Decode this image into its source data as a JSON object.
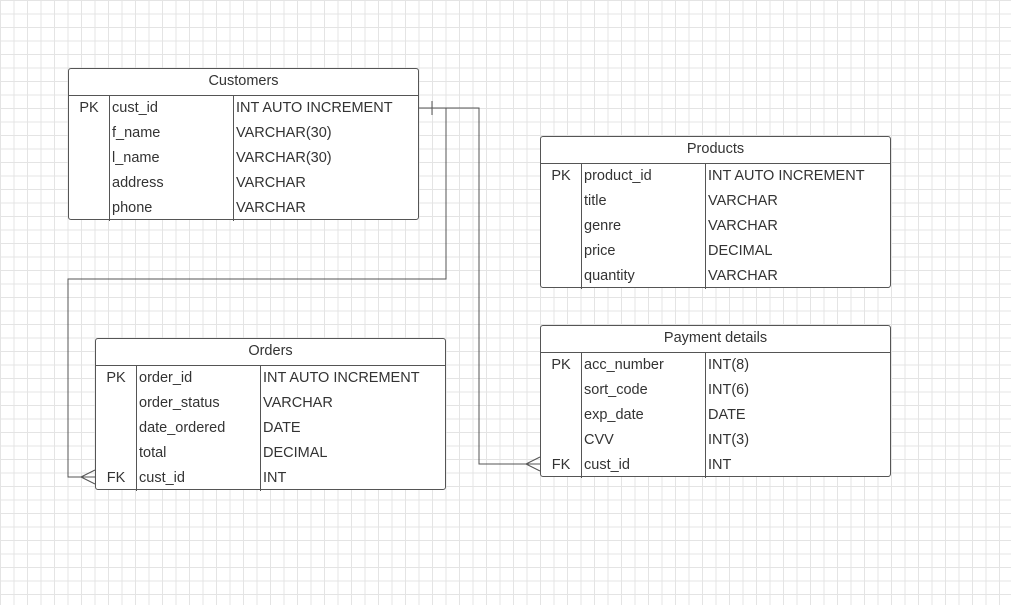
{
  "tables": {
    "customers": {
      "title": "Customers",
      "rows": [
        {
          "key": "PK",
          "name": "cust_id",
          "type": "INT AUTO INCREMENT"
        },
        {
          "key": "",
          "name": "f_name",
          "type": "VARCHAR(30)"
        },
        {
          "key": "",
          "name": "l_name",
          "type": "VARCHAR(30)"
        },
        {
          "key": "",
          "name": "address",
          "type": "VARCHAR"
        },
        {
          "key": "",
          "name": "phone",
          "type": "VARCHAR"
        }
      ]
    },
    "products": {
      "title": "Products",
      "rows": [
        {
          "key": "PK",
          "name": "product_id",
          "type": "INT AUTO INCREMENT"
        },
        {
          "key": "",
          "name": "title",
          "type": "VARCHAR"
        },
        {
          "key": "",
          "name": "genre",
          "type": "VARCHAR"
        },
        {
          "key": "",
          "name": "price",
          "type": "DECIMAL"
        },
        {
          "key": "",
          "name": "quantity",
          "type": "VARCHAR"
        }
      ]
    },
    "orders": {
      "title": "Orders",
      "rows": [
        {
          "key": "PK",
          "name": "order_id",
          "type": "INT AUTO INCREMENT"
        },
        {
          "key": "",
          "name": "order_status",
          "type": "VARCHAR"
        },
        {
          "key": "",
          "name": "date_ordered",
          "type": "DATE"
        },
        {
          "key": "",
          "name": "total",
          "type": "DECIMAL"
        },
        {
          "key": "FK",
          "name": "cust_id",
          "type": "INT"
        }
      ]
    },
    "payment": {
      "title": "Payment details",
      "rows": [
        {
          "key": "PK",
          "name": "acc_number",
          "type": "INT(8)"
        },
        {
          "key": "",
          "name": "sort_code",
          "type": "INT(6)"
        },
        {
          "key": "",
          "name": "exp_date",
          "type": "DATE"
        },
        {
          "key": "",
          "name": "CVV",
          "type": "INT(3)"
        },
        {
          "key": "FK",
          "name": "cust_id",
          "type": "INT"
        }
      ]
    }
  },
  "relationships": [
    {
      "from": "customers.cust_id",
      "to": "orders.cust_id",
      "from_end": "one",
      "to_end": "many"
    },
    {
      "from": "customers.cust_id",
      "to": "payment.cust_id",
      "from_end": "one",
      "to_end": "many"
    }
  ],
  "colors": {
    "line": "#555555",
    "grid": "#e4e4e4",
    "text": "#333333"
  }
}
